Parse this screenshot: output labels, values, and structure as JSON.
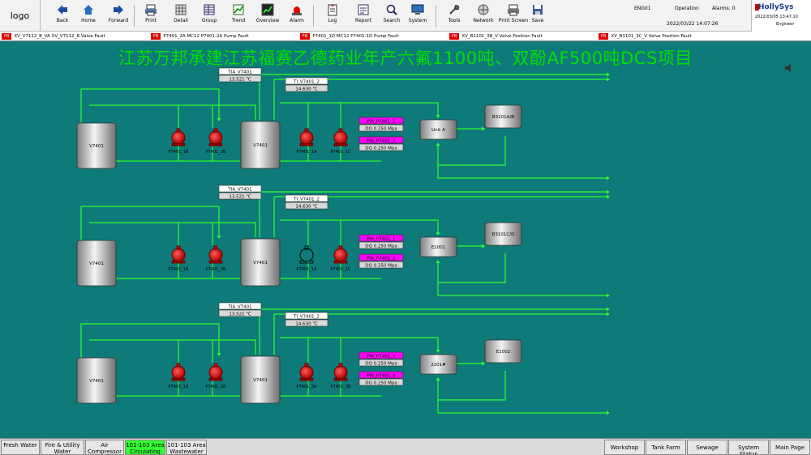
{
  "logo": "logo",
  "toolbar": {
    "buttons": [
      {
        "label": "Back",
        "icon": "arrow-left-icon"
      },
      {
        "label": "Home",
        "icon": "home-icon"
      },
      {
        "label": "Forward",
        "icon": "arrow-right-icon"
      },
      {
        "label": "Print",
        "icon": "printer-icon"
      },
      {
        "label": "Detail",
        "icon": "grid-icon"
      },
      {
        "label": "Group",
        "icon": "table-icon"
      },
      {
        "label": "Trend",
        "icon": "trend-icon"
      },
      {
        "label": "Overview",
        "icon": "chart-icon"
      },
      {
        "label": "Alarm",
        "icon": "alarm-icon"
      },
      {
        "label": "Log",
        "icon": "clipboard-icon"
      },
      {
        "label": "Report",
        "icon": "report-icon"
      },
      {
        "label": "Search",
        "icon": "search-icon"
      },
      {
        "label": "System",
        "icon": "monitor-icon"
      },
      {
        "label": "Tools",
        "icon": "wrench-icon"
      },
      {
        "label": "Network",
        "icon": "network-icon"
      },
      {
        "label": "Print Screen",
        "icon": "printer2-icon"
      },
      {
        "label": "Save",
        "icon": "save-icon"
      }
    ]
  },
  "status": {
    "user": "ENG01",
    "mode": "Operation",
    "alarm_label": "Alarms: 0",
    "time": "2022/03/22 14:07:26"
  },
  "brand": {
    "name": "HollySys",
    "datetime": "2022/03/05 13:47:10",
    "user": "Engineer"
  },
  "alarms": [
    {
      "tag": "FB",
      "text": "XV_V7112_B_VA XV_V7112_B Valve Fault"
    },
    {
      "tag": "FB",
      "text": "P7401_2A MC12 P7401-2A Pump Fault"
    },
    {
      "tag": "FB",
      "text": "P7401_1D MC12 P7401-1D Pump Fault"
    },
    {
      "tag": "FB",
      "text": "XV_B1101_3B_V Valve Position Fault"
    },
    {
      "tag": "FB",
      "text": "XV_B1101_3C_V Valve Position Fault"
    }
  ],
  "title": "江苏万邦承建江苏福赛乙德药业年产六氟1100吨、双酚AF500吨DCS项目",
  "sections": [
    {
      "tia1": {
        "name": "TIA_V7401",
        "value": "13.521 ℃"
      },
      "tia2": {
        "name": "TI_V7401_2",
        "value": "14.630 ℃"
      },
      "tank1": "V7401",
      "pump1": "P7401_1B",
      "pump2": "P7401_2B",
      "tank2": "V7401",
      "pump3": "P7401_1A",
      "pump4": "P7401_1C",
      "pia1": {
        "name": "PIA_P7401_1",
        "value": "DQ 0.250 Mpa"
      },
      "pia2": {
        "name": "PIA_P7401_2",
        "value": "DQ 0.250 Mpa"
      },
      "unit1": "Unit A",
      "unit2": "B3101A/B"
    },
    {
      "tia1": {
        "name": "TIA_V7401",
        "value": "13.521 ℃"
      },
      "tia2": {
        "name": "TI_V7401_2",
        "value": "14.630 ℃"
      },
      "tank1": "V7401",
      "pump1": "P7401_1B",
      "pump2": "P7401_2B",
      "tank2": "V7401",
      "pump3": "P7401_1A",
      "pump4": "P7401_1C",
      "pia1": {
        "name": "PIA_P7401_1",
        "value": "DQ 0.250 Mpa"
      },
      "pia2": {
        "name": "PIA_P7401_2",
        "value": "DQ 0.250 Mpa"
      },
      "unit1": "E1001",
      "unit2": "B3101C/D"
    },
    {
      "tia1": {
        "name": "TIA_V7401",
        "value": "13.521 ℃"
      },
      "tia2": {
        "name": "TI_V7401_2",
        "value": "14.630 ℃"
      },
      "tank1": "V7401",
      "pump1": "P7401_1B",
      "pump2": "P7401_2B",
      "tank2": "V7401",
      "pump3": "P7401_3A",
      "pump4": "P7401_3B",
      "pia1": {
        "name": "PIA_P7401_3",
        "value": "DQ 0.250 Mpa"
      },
      "pia2": {
        "name": "PIA_P7401_4",
        "value": "DQ 0.250 Mpa"
      },
      "unit1": "2201#",
      "unit2": "E1002"
    }
  ],
  "footer": {
    "left": [
      "Fresh Water",
      "Fire & Utility Water",
      "Air Compressor",
      "101-103 Area",
      "101-103 Area"
    ],
    "left2": [
      "",
      "",
      "",
      "Circulating",
      "Wastewater"
    ],
    "right": [
      "Workshop",
      "Tank Farm",
      "Sewage",
      "System Status",
      "Main Page"
    ]
  },
  "colors": {
    "background": "#0f7a7a",
    "pipe": "#2aff2a",
    "title": "#00e000",
    "pump_running": "#e00000",
    "pump_stopped": "#0f7a7a",
    "label_magenta": "#ff00ff"
  }
}
